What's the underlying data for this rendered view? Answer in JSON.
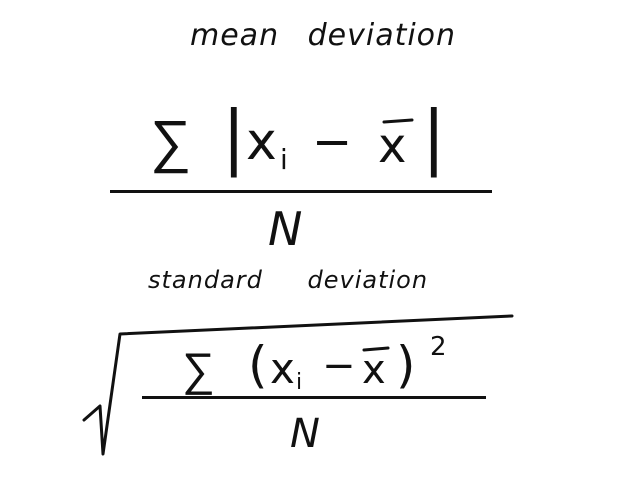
{
  "mean_deviation": {
    "title": "mean deviation",
    "sigma": "∑",
    "abs_open": "|",
    "x": "x",
    "subscript_i": "i",
    "minus": "−",
    "x_bar": "x",
    "abs_close": "|",
    "denominator": "N"
  },
  "standard_deviation": {
    "title": "standard deviation",
    "sigma": "∑",
    "paren_open": "(",
    "x": "x",
    "subscript_i": "i",
    "minus": "−",
    "x_bar": "x",
    "paren_close": ")",
    "exponent": "2",
    "denominator": "N"
  },
  "ink_color": "#111111",
  "background_color": "#ffffff"
}
